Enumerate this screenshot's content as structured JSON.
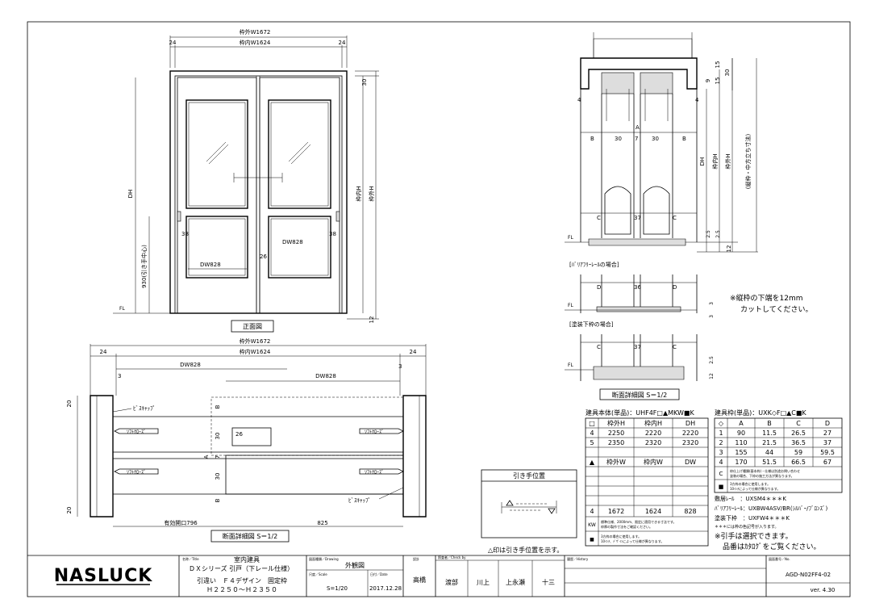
{
  "front": {
    "outer_w": "枠外W1672",
    "inner_w": "枠内W1624",
    "side_24": "24",
    "dim_30": "30",
    "dh": "DH",
    "inner_h": "枠内H",
    "outer_h": "枠外H",
    "handle_h": "930(引き手中心)",
    "d38": "38",
    "d26": "26",
    "dw": "DW828",
    "d12": "12",
    "fl": "FL",
    "title": "正面図"
  },
  "plan": {
    "outer_w": "枠外W1672",
    "inner_w": "枠内W1624",
    "side_24": "24",
    "d3": "3",
    "dw": "DW828",
    "d20": "20",
    "b": "B",
    "a": "A",
    "d30": "30",
    "d7": "7",
    "d26": "26",
    "softclose": "ｿﾌﾄｸﾛｰｽﾞ",
    "screwcap": "ﾋﾞｽｷｬｯﾌﾟ",
    "opening": "有効開口796",
    "d825": "825",
    "title": "断面詳細図 S＝1/2"
  },
  "section": {
    "d4": "4",
    "d9": "9",
    "d15": "15",
    "d30": "30",
    "b": "B",
    "a": "A",
    "d7": "7",
    "c": "C",
    "d37": "37",
    "dh": "DH",
    "inner_h": "枠内H",
    "outer_h": "枠外H",
    "note_h": "(縦枠・中方立ち寸法)",
    "d25": "2.5",
    "d12": "12",
    "fl": "FL",
    "barrier": "[ﾊﾞﾘｱﾌﾘｰﾚｰﾙの場合]",
    "d": "D",
    "d36": "36",
    "d3": "3",
    "coat": "[塗装下枠の場合]",
    "note": "※縦枠の下端を12mm",
    "note2": "カットしてください。",
    "title": "断面詳細図 S＝1/2"
  },
  "handle_box": {
    "title": "引き手位置",
    "note": "△印は引き手位置を示す。"
  },
  "table1": {
    "title": "建具本体(単品)：UHF4F□▲MKW■K",
    "header": [
      "□",
      "枠外H",
      "枠内H",
      "DH"
    ],
    "rows": [
      [
        "4",
        "2250",
        "2220",
        "2220"
      ],
      [
        "5",
        "2350",
        "2320",
        "2320"
      ]
    ],
    "header2": [
      "▲",
      "枠外W",
      "枠内W",
      "DW"
    ],
    "rows2": [
      [
        "4",
        "1672",
        "1624",
        "828"
      ]
    ],
    "kw_label": "KW",
    "kw_text": "標準仕様、2000mm、限定に適用できる寸法です。",
    "kw_text2": "枠厚の製作寸法をご確認ください。",
    "sq_label": "■",
    "sq_text": "3方枠の場合に使用します。",
    "sq_text2": "10ｲﾝﾁ、ﾃﾞｻﾞｲﾝによって仕様が異なります。"
  },
  "table2": {
    "title": "建具枠(単品)：UXK◇F□▲C■K",
    "header": [
      "◇",
      "A",
      "B",
      "C",
      "D"
    ],
    "rows": [
      [
        "1",
        "90",
        "11.5",
        "26.5",
        "27"
      ],
      [
        "2",
        "110",
        "21.5",
        "36.5",
        "37"
      ],
      [
        "3",
        "155",
        "44",
        "59",
        "59.5"
      ],
      [
        "4",
        "170",
        "51.5",
        "66.5",
        "67"
      ]
    ],
    "c_label": "C",
    "c_text": "枠仕上げ種類(基本枠)・仕様は別途お問い合わせ",
    "c_text2": "塗装の場合、下枠の施工方法が異なります。",
    "sq_label": "■",
    "sq_text": "3方枠の場合に使用します。",
    "sq_text2": "10ｲﾝﾁによって仕様が異なります。"
  },
  "rails": {
    "line1": "敷居ﾚｰﾙ　：UXSM4＊＊＊K",
    "line2": "ﾊﾞﾘｱﾌﾘｰﾚｰﾙ：UXBW4ASV/BR(ｼﾙﾊﾞｰ/ﾌﾞﾛﾝｽﾞ)",
    "line3": "塗装下枠　：UXFW4＊＊＊K",
    "line4": "＊＊＊には枠の色記号が入ります。",
    "line5": "※引手は選択できます。",
    "line6": "品番はｶﾀﾛｸﾞをご覧ください。"
  },
  "titleblock": {
    "logo": "NASLUCK",
    "title_label": "名称／Title",
    "title1": "室内建具",
    "title2": "ＤＸシリーズ 引戸（下レール仕様）",
    "title3": "引違い　Ｆ４デザイン　固定枠",
    "title4": "Ｈ２２５０～Ｈ２３５０",
    "drawing_label": "図面種類／Drawing",
    "drawing": "外観図",
    "scale_label": "尺度／Scale",
    "scale": "S=1/20",
    "date_label": "日付／Date",
    "date": "2017.12.28",
    "design_label": "設計",
    "design": "高橋",
    "check_label": "照査者／Check by",
    "checks": [
      "渡部",
      "川上",
      "上永瀬",
      "十三"
    ],
    "history_label": "履歴／History",
    "dwgno_label": "図面番号／No.",
    "dwgno": "AGD-N02FF4-02",
    "version": "ver. 4.30"
  }
}
